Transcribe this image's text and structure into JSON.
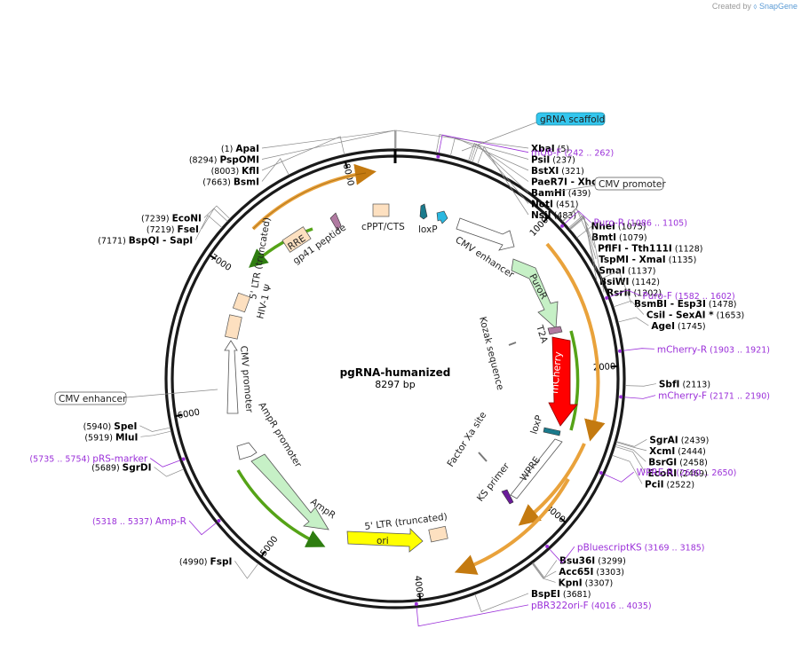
{
  "credit": {
    "prefix": "Created by",
    "brand": "SnapGene"
  },
  "plasmid": {
    "name": "pgRNA-humanized",
    "size_label": "8297 bp",
    "length": 8297
  },
  "ticks": [
    "1000",
    "2000",
    "3000",
    "4000",
    "5000",
    "6000",
    "7000",
    "8000"
  ],
  "sites": [
    {
      "bp": 1,
      "name": "ApaI",
      "pos": "(1)",
      "side": "L"
    },
    {
      "bp": 5,
      "name": "XbaI",
      "pos": "(5)",
      "side": "R"
    },
    {
      "bp": 8294,
      "name": "PspOMI",
      "pos": "(8294)",
      "side": "L"
    },
    {
      "bp": 8003,
      "name": "KflI",
      "pos": "(8003)",
      "side": "L"
    },
    {
      "bp": 237,
      "name": "PsiI",
      "pos": "(237)",
      "side": "R"
    },
    {
      "bp": 321,
      "name": "BstXI",
      "pos": "(321)",
      "side": "R"
    },
    {
      "bp": 428,
      "name": "PaeR7I  - XhoI",
      "pos": "(428)",
      "side": "R"
    },
    {
      "bp": 439,
      "name": "BamHI",
      "pos": "(439)",
      "side": "R"
    },
    {
      "bp": 451,
      "name": "NotI",
      "pos": "(451)",
      "side": "R"
    },
    {
      "bp": 483,
      "name": "NsiI",
      "pos": "(483)",
      "side": "R"
    },
    {
      "bp": 1075,
      "name": "NheI",
      "pos": "(1075)",
      "side": "R"
    },
    {
      "bp": 1079,
      "name": "BmtI",
      "pos": "(1079)",
      "side": "R"
    },
    {
      "bp": 1128,
      "name": "PflFI  - Tth111I",
      "pos": "(1128)",
      "side": "R"
    },
    {
      "bp": 1135,
      "name": "TspMI  - XmaI",
      "pos": "(1135)",
      "side": "R"
    },
    {
      "bp": 1137,
      "name": "SmaI",
      "pos": "(1137)",
      "side": "R"
    },
    {
      "bp": 1142,
      "name": "BsiWI",
      "pos": "(1142)",
      "side": "R"
    },
    {
      "bp": 1202,
      "name": "RsrII",
      "pos": "(1202)",
      "side": "R"
    },
    {
      "bp": 1478,
      "name": "BsmBI  - Esp3I",
      "pos": "(1478)",
      "side": "R"
    },
    {
      "bp": 1653,
      "name": "CsiI  - SexAI *",
      "pos": "(1653)",
      "side": "R"
    },
    {
      "bp": 1745,
      "name": "AgeI",
      "pos": "(1745)",
      "side": "R"
    },
    {
      "bp": 2113,
      "name": "SbfI",
      "pos": "(2113)",
      "side": "R"
    },
    {
      "bp": 2439,
      "name": "SgrAI",
      "pos": "(2439)",
      "side": "R"
    },
    {
      "bp": 2444,
      "name": "XcmI",
      "pos": "(2444)",
      "side": "R"
    },
    {
      "bp": 2458,
      "name": "BsrGI",
      "pos": "(2458)",
      "side": "R"
    },
    {
      "bp": 2469,
      "name": "EcoRI",
      "pos": "(2469)",
      "side": "R"
    },
    {
      "bp": 2522,
      "name": "PciI",
      "pos": "(2522)",
      "side": "R"
    },
    {
      "bp": 3299,
      "name": "Bsu36I",
      "pos": "(3299)",
      "side": "R"
    },
    {
      "bp": 3303,
      "name": "Acc65I",
      "pos": "(3303)",
      "side": "R"
    },
    {
      "bp": 3307,
      "name": "KpnI",
      "pos": "(3307)",
      "side": "R"
    },
    {
      "bp": 3681,
      "name": "BspEI",
      "pos": "(3681)",
      "side": "R"
    },
    {
      "bp": 4990,
      "name": "FspI",
      "pos": "(4990)",
      "side": "L"
    },
    {
      "bp": 5689,
      "name": "SgrDI",
      "pos": "(5689)",
      "side": "L"
    },
    {
      "bp": 5919,
      "name": "MluI",
      "pos": "(5919)",
      "side": "L"
    },
    {
      "bp": 5940,
      "name": "SpeI",
      "pos": "(5940)",
      "side": "L"
    },
    {
      "bp": 7171,
      "name": "BspQI  - SapI",
      "pos": "(7171)",
      "side": "L"
    },
    {
      "bp": 7219,
      "name": "FseI",
      "pos": "(7219)",
      "side": "L"
    },
    {
      "bp": 7239,
      "name": "EcoNI",
      "pos": "(7239)",
      "side": "L"
    },
    {
      "bp": 7663,
      "name": "BsmI",
      "pos": "(7663)",
      "side": "L"
    }
  ],
  "primers": [
    {
      "bp": 252,
      "name": "mU6-F",
      "range": "(242 .. 262)",
      "side": "R"
    },
    {
      "bp": 1095,
      "name": "Puro-R",
      "range": "(1086 .. 1105)",
      "side": "R"
    },
    {
      "bp": 1592,
      "name": "Puro-F",
      "range": "(1582 .. 1602)",
      "side": "R"
    },
    {
      "bp": 1912,
      "name": "mCherry-R",
      "range": "(1903 .. 1921)",
      "side": "R"
    },
    {
      "bp": 2180,
      "name": "mCherry-F",
      "range": "(2171 .. 2190)",
      "side": "R"
    },
    {
      "bp": 2640,
      "name": "WPRE-R",
      "range": "(2630 .. 2650)",
      "side": "R"
    },
    {
      "bp": 3177,
      "name": "pBluescriptKS",
      "range": "(3169 .. 3185)",
      "side": "R"
    },
    {
      "bp": 4025,
      "name": "pBR322ori-F",
      "range": "(4016 .. 4035)",
      "side": "R"
    },
    {
      "bp": 5327,
      "name": "Amp-R",
      "range": "(5318 .. 5337)",
      "side": "L"
    },
    {
      "bp": 5744,
      "name": "pRS-marker",
      "range": "(5735 .. 5754)",
      "side": "L"
    }
  ],
  "boxed_features": [
    {
      "name": "gRNA scaffold",
      "bp": 380,
      "color": "#33c6ee"
    },
    {
      "name": "CMV promoter",
      "bp": 900,
      "color": "#ffffff"
    },
    {
      "name": "CMV enhancer",
      "bp": 6400,
      "color": "#ffffff"
    }
  ],
  "inner_features": [
    {
      "name": "loxP",
      "color": "#2a8ca0"
    },
    {
      "name": "CMV enhancer",
      "color": "#ffffff"
    },
    {
      "name": "PuroR",
      "color": "#c6f0c6"
    },
    {
      "name": "T2A",
      "color": "#b07aa1"
    },
    {
      "name": "Kozak sequence",
      "color": "#888888"
    },
    {
      "name": "mCherry",
      "color": "#ff0000"
    },
    {
      "name": "loxP",
      "color": "#2a8ca0"
    },
    {
      "name": "Factor Xa site",
      "color": "#888888"
    },
    {
      "name": "WPRE",
      "color": "#ffffff"
    },
    {
      "name": "KS primer",
      "color": "#9b30d9"
    },
    {
      "name": "5' LTR (truncated)",
      "color": "#fde0c0"
    },
    {
      "name": "ori",
      "color": "#ffff00"
    },
    {
      "name": "AmpR",
      "color": "#c6f0c6"
    },
    {
      "name": "AmpR promoter",
      "color": "#ffffff"
    },
    {
      "name": "CMV promoter",
      "color": "#ffffff"
    },
    {
      "name": "5' LTR (truncated)",
      "color": "#fde0c0"
    },
    {
      "name": "HIV-1 Ψ",
      "color": "#fde0c0"
    },
    {
      "name": "RRE",
      "color": "#fde0c0"
    },
    {
      "name": "gp41 peptide",
      "color": "#b07aa1"
    },
    {
      "name": "cPPT/CTS",
      "color": "#fde0c0"
    }
  ]
}
